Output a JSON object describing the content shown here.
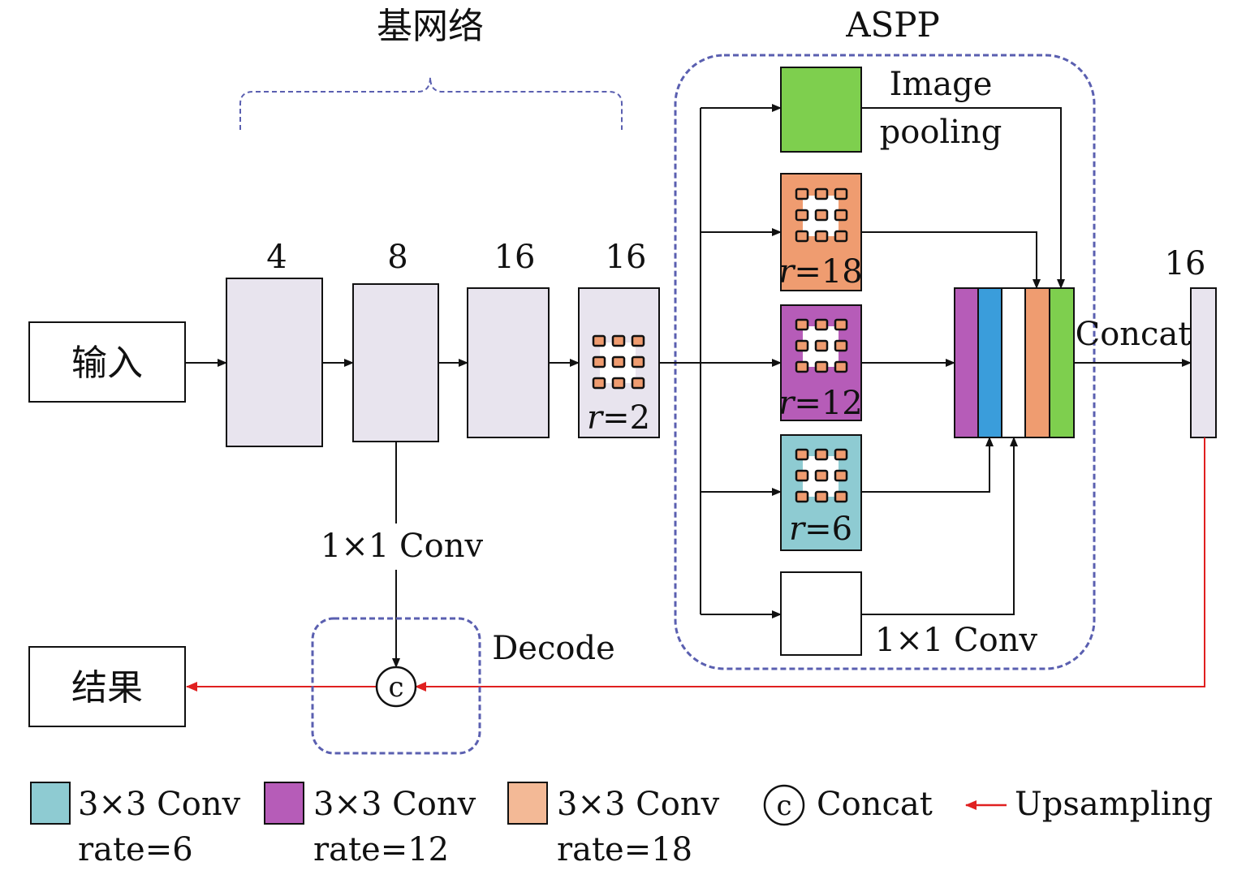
{
  "backbone_label": "基网络",
  "aspp_label": "ASPP",
  "input_label": "输入",
  "output_label": "结果",
  "stages": [
    {
      "stride": "4"
    },
    {
      "stride": "8"
    },
    {
      "stride": "16"
    },
    {
      "stride": "16",
      "rate_var": "r",
      "rate_eq": "=2"
    }
  ],
  "aspp_branches": {
    "image_pooling_line1": "Image",
    "image_pooling_line2": "pooling",
    "r18": {
      "var": "r",
      "eq": "=18"
    },
    "r12": {
      "var": "r",
      "eq": "=12"
    },
    "r6": {
      "var": "r",
      "eq": "=6"
    },
    "conv1x1": "1×1 Conv"
  },
  "concat_label": "Concat",
  "concat_stride": "16",
  "decoder_conv_label": "1×1 Conv",
  "decode_label": "Decode",
  "concat_symbol": "c",
  "legend": [
    {
      "line1": "3×3 Conv",
      "line2": "rate=6",
      "color": "#8ecbd2"
    },
    {
      "line1": "3×3 Conv",
      "line2": "rate=12",
      "color": "#b65cb8"
    },
    {
      "line1": "3×3 Conv",
      "line2": "rate=18",
      "color": "#f3b996"
    },
    {
      "symbol": "c",
      "line1": "Concat"
    },
    {
      "line1": "Upsampling",
      "color": "#e02020"
    }
  ],
  "colors": {
    "stage_fill": "#e8e4ee",
    "image_pool": "#7ecf4e",
    "r18_fill": "#ef9c70",
    "r12_fill": "#b65cb8",
    "r6_fill": "#8ecbd2",
    "kernel": "#ef9c70",
    "concat_blue": "#3a9ddb",
    "dash": "#5a5fb0",
    "upsample": "#e02020"
  }
}
